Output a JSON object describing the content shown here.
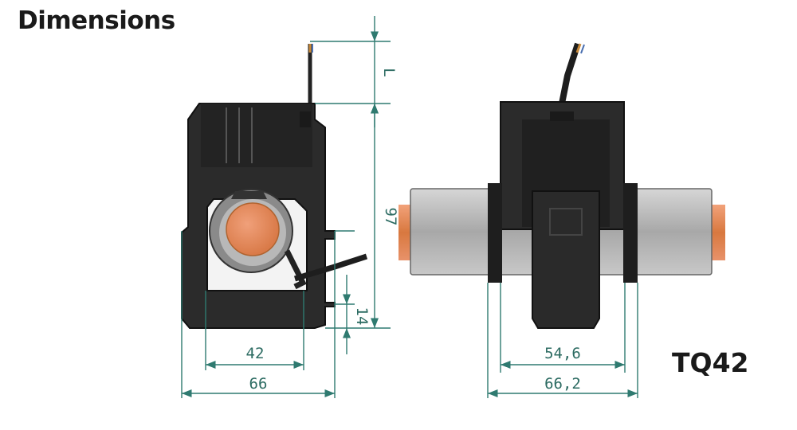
{
  "title": "Dimensions",
  "model": "TQ42",
  "colors": {
    "body": "#2b2b2b",
    "body_dark": "#1c1c1c",
    "copper": "#e2895a",
    "insulation": "#b5b5b5",
    "dimension_line": "#2f7a70"
  },
  "dimensions": {
    "cable_length": "L",
    "height": "97",
    "bottom_offset": "14",
    "inner_width": "42",
    "outer_width": "66",
    "side_inner_width": "54,6",
    "side_outer_width": "66,2"
  }
}
